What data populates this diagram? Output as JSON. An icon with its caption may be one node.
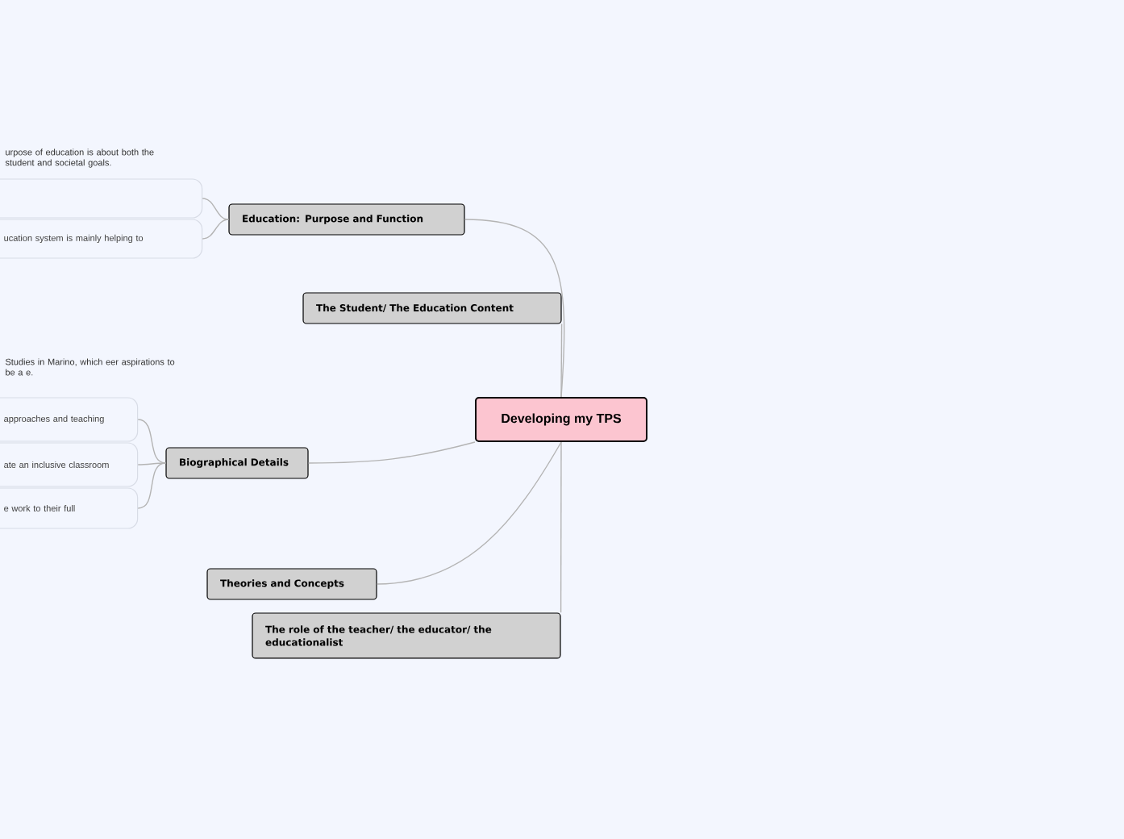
{
  "diagram": {
    "nodes": [
      {
        "text": [
          "Developing my TPS"
        ]
      },
      {
        "text": [
          "Education: Purpose and Function"
        ]
      },
      {
        "text": [],
        "shape": "box"
      },
      {
        "text": [
          "ucation system is mainly helping to"
        ]
      },
      {
        "text": [
          "The Student/ The Education Content"
        ]
      },
      {
        "text": [
          "Biographical Details"
        ]
      },
      {
        "text": [
          "approaches and teaching"
        ]
      },
      {
        "text": [
          "ate an inclusive classroom"
        ]
      },
      {
        "text": [
          "e work to their full"
        ]
      },
      {
        "text": [
          "Theories and Concepts"
        ]
      },
      {
        "text": [
          "The role of the teacher/ the educator/ the educationalist"
        ]
      }
    ],
    "edges": [
      {
        "from": 0,
        "to": 1,
        "arrow": "none"
      },
      {
        "from": 0,
        "to": 4,
        "arrow": "none"
      },
      {
        "from": 0,
        "to": 5,
        "arrow": "none"
      },
      {
        "from": 0,
        "to": 9,
        "arrow": "none"
      },
      {
        "from": 0,
        "to": 10,
        "arrow": "none"
      },
      {
        "from": 1,
        "to": 2,
        "arrow": "none"
      },
      {
        "from": 1,
        "to": 3,
        "arrow": "none"
      },
      {
        "from": 5,
        "to": 6,
        "arrow": "none"
      },
      {
        "from": 5,
        "to": 7,
        "arrow": "none"
      },
      {
        "from": 5,
        "to": 8,
        "arrow": "none"
      }
    ],
    "labels": [
      "urpose of education is about both the student and societal goals.",
      "Studies in Marino, which eer aspirations to be a e."
    ]
  }
}
